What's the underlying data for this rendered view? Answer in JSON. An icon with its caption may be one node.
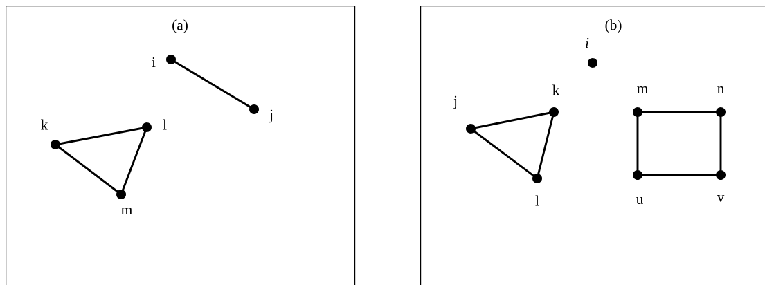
{
  "diagram": {
    "nodes": [
      {
        "text": [
          "(a)"
        ]
      },
      {
        "text": [],
        "shape": "circle",
        "beside": [
          "i"
        ],
        "in": 0
      },
      {
        "text": [],
        "shape": "circle",
        "beside": [
          "j"
        ],
        "in": 0
      },
      {
        "text": [],
        "shape": "circle",
        "beside": [
          "k"
        ],
        "in": 0
      },
      {
        "text": [],
        "shape": "circle",
        "beside": [
          "l"
        ],
        "in": 0
      },
      {
        "text": [],
        "shape": "circle",
        "beside": [
          "m"
        ],
        "in": 0
      },
      {
        "text": [
          "(b)"
        ]
      },
      {
        "text": [],
        "shape": "circle",
        "beside": [
          "*i*"
        ],
        "in": 6
      },
      {
        "text": [],
        "shape": "circle",
        "beside": [
          "j"
        ],
        "in": 6
      },
      {
        "text": [],
        "shape": "circle",
        "beside": [
          "k"
        ],
        "in": 6
      },
      {
        "text": [],
        "shape": "circle",
        "beside": [
          "l"
        ],
        "in": 6
      },
      {
        "text": [],
        "shape": "circle",
        "beside": [
          "m"
        ],
        "in": 6
      },
      {
        "text": [],
        "shape": "circle",
        "beside": [
          "n"
        ],
        "in": 6
      },
      {
        "text": [],
        "shape": "circle",
        "beside": [
          "u"
        ],
        "in": 6
      },
      {
        "text": [],
        "shape": "circle",
        "beside": [
          "v"
        ],
        "in": 6
      }
    ],
    "edges": [
      {
        "from": 1,
        "to": 2,
        "arrow": "none"
      },
      {
        "from": 3,
        "to": 4,
        "arrow": "none"
      },
      {
        "from": 3,
        "to": 5,
        "arrow": "none"
      },
      {
        "from": 4,
        "to": 5,
        "arrow": "none"
      },
      {
        "from": 8,
        "to": 9,
        "arrow": "none"
      },
      {
        "from": 8,
        "to": 10,
        "arrow": "none"
      },
      {
        "from": 9,
        "to": 10,
        "arrow": "none"
      },
      {
        "from": 11,
        "to": 12,
        "arrow": "none"
      },
      {
        "from": 11,
        "to": 13,
        "arrow": "none"
      },
      {
        "from": 12,
        "to": 14,
        "arrow": "none"
      },
      {
        "from": 13,
        "to": 14,
        "arrow": "none"
      }
    ]
  }
}
